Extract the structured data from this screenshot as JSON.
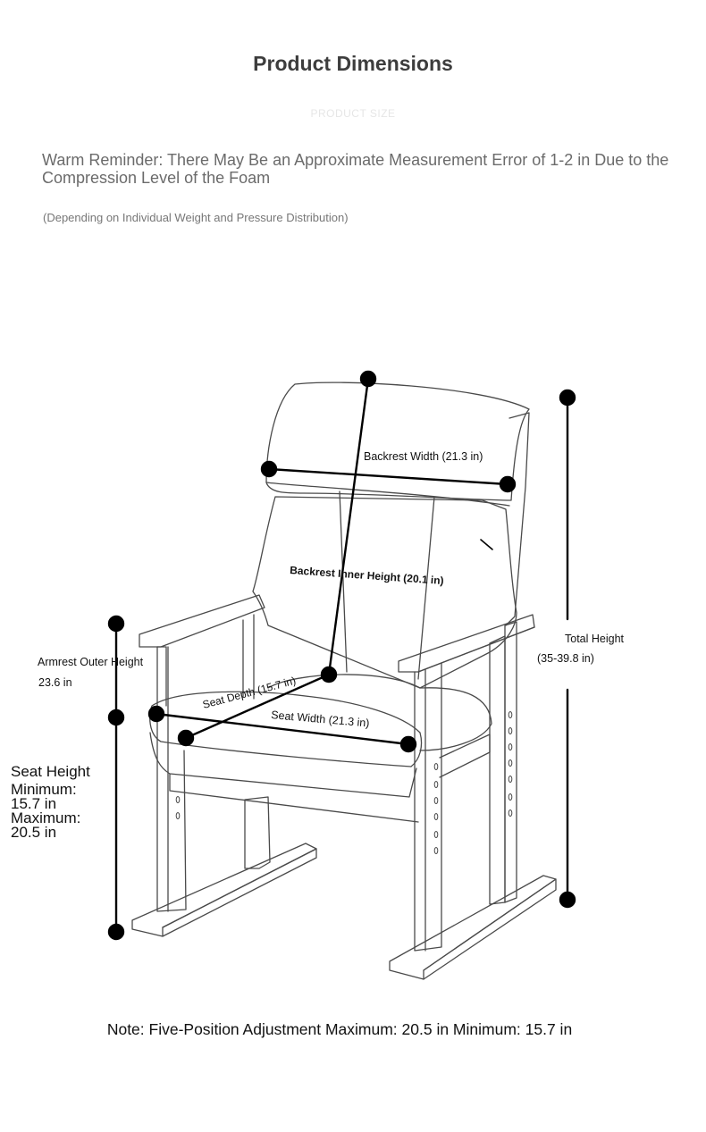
{
  "header": {
    "title": "Product Dimensions",
    "subtitle": "PRODUCT SIZE",
    "reminder": "Warm Reminder: There May Be an Approximate Measurement Error of 1-2 in Due to the Compression Level of the Foam",
    "depending": "(Depending on Individual Weight and Pressure Distribution)"
  },
  "labels": {
    "backrest_width": "Backrest Width (21.3 in)",
    "backrest_inner_height": "Backrest Inner Height (20.1 in)",
    "total_height_title": "Total Height",
    "total_height_value": "(35-39.8 in)",
    "armrest_title": "Armrest Outer Height",
    "armrest_value": "23.6 in",
    "seat_depth": "Seat Depth (15.7 in)",
    "seat_width": "Seat Width (21.3 in)",
    "seat_height": [
      "Seat Height",
      "Minimum:",
      "15.7 in",
      "Maximum:",
      "20.5 in"
    ]
  },
  "note": "Note: Five-Position Adjustment Maximum: 20.5 in Minimum: 15.7 in",
  "colors": {
    "title": "#3d3d3d",
    "reminder": "#6b6b6b",
    "line": "#000000",
    "outline": "#444444"
  }
}
